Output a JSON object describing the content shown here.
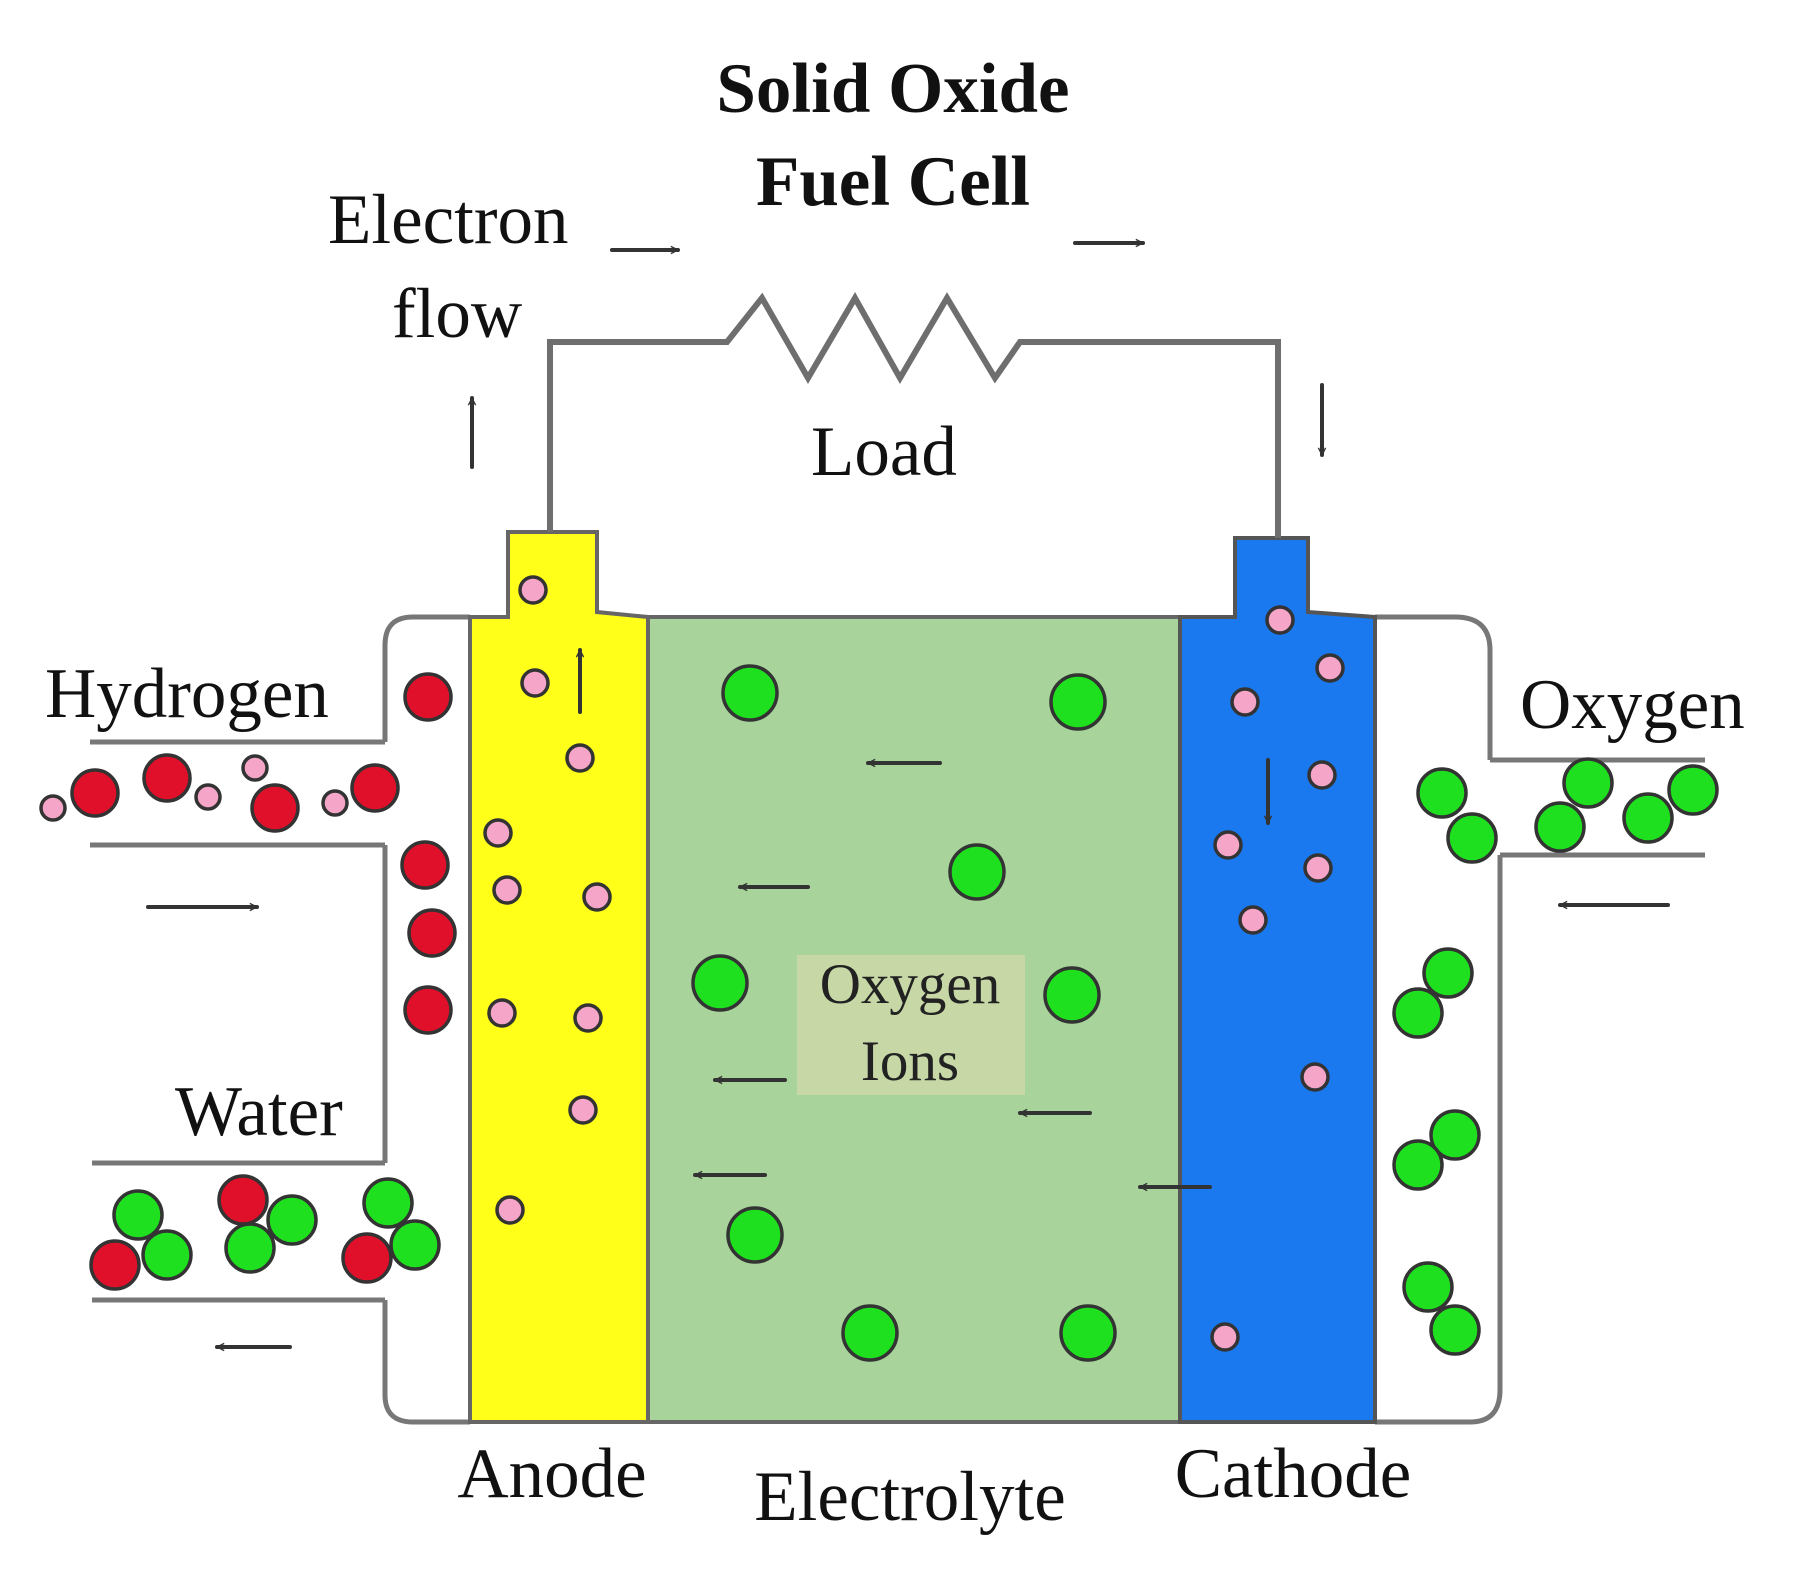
{
  "title": {
    "line1": "Solid Oxide",
    "line2": "Fuel Cell"
  },
  "labels": {
    "electron_flow_line1": "Electron",
    "electron_flow_line2": "flow",
    "load": "Load",
    "hydrogen": "Hydrogen",
    "water": "Water",
    "oxygen": "Oxygen",
    "oxygen_ions_line1": "Oxygen",
    "oxygen_ions_line2": "Ions",
    "anode": "Anode",
    "electrolyte": "Electrolyte",
    "cathode": "Cathode"
  },
  "colors": {
    "anode": "#ffff1a",
    "electrolyte": "#a8d49c",
    "cathode": "#1b79f0",
    "hydrogen_atom": "#e0102a",
    "oxygen_atom": "#1ee01e",
    "electron": "#f5a6c8",
    "ion_label_bg": "#c7d8a6",
    "wire": "#6e6e6e"
  }
}
